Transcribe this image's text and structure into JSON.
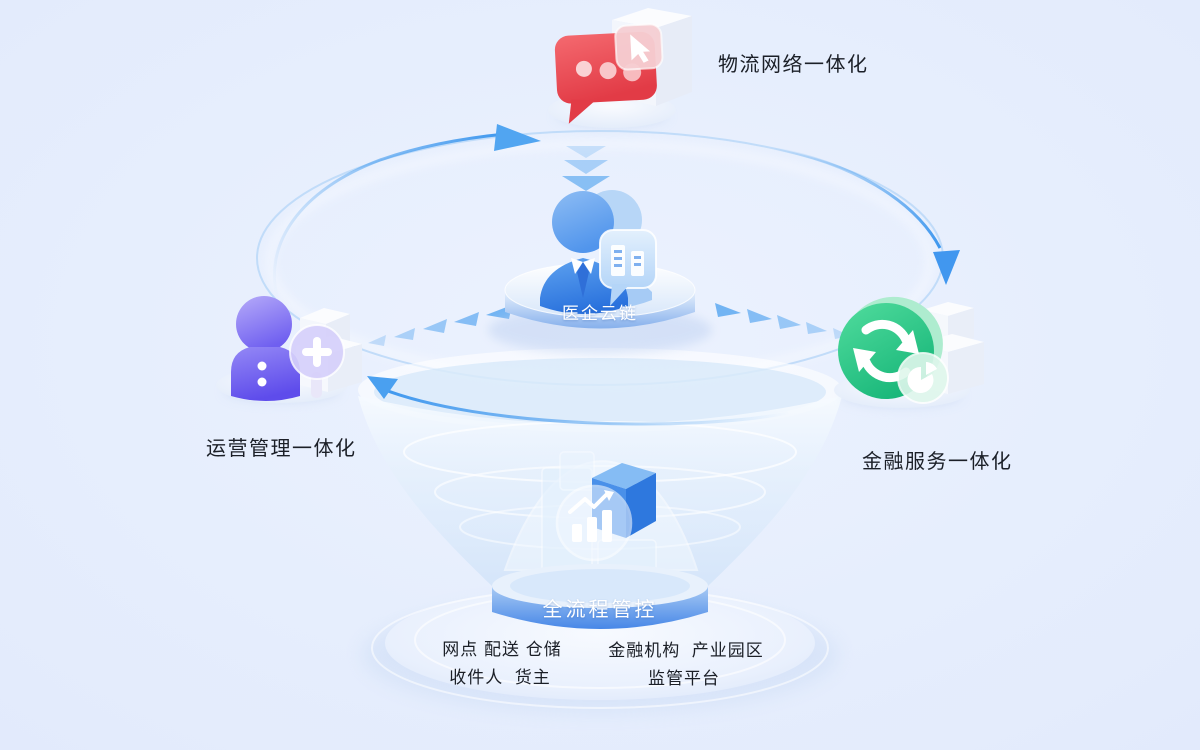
{
  "diagram": {
    "center_node": {
      "label": "医企云链"
    },
    "top_node": {
      "label": "物流网络一体化"
    },
    "left_node": {
      "label": "运营管理一体化"
    },
    "right_node": {
      "label": "金融服务一体化"
    },
    "funnel": {
      "label": "全流程管控",
      "left_group": {
        "line1": "网点 配送 仓储",
        "line2": "收件人  货主"
      },
      "right_group": {
        "line1": "金融机构  产业园区",
        "line2": "监管平台"
      }
    },
    "icons": {
      "top": "chat-message-cursor-icon",
      "left": "user-add-icon",
      "right": "sync-pie-icon",
      "center": "business-person-icon",
      "funnel": "analytics-cube-icon"
    },
    "colors": {
      "background": "#e4edfd",
      "orbit_blue": "#4f9bef",
      "node_red": "#ee4e55",
      "node_purple": "#7668f2",
      "node_green": "#2bc98a",
      "center_blue": "#4c94ea",
      "band_blue": "#4b8ce9",
      "text_dark": "#1b1f27",
      "label_white": "#ffffff"
    }
  }
}
